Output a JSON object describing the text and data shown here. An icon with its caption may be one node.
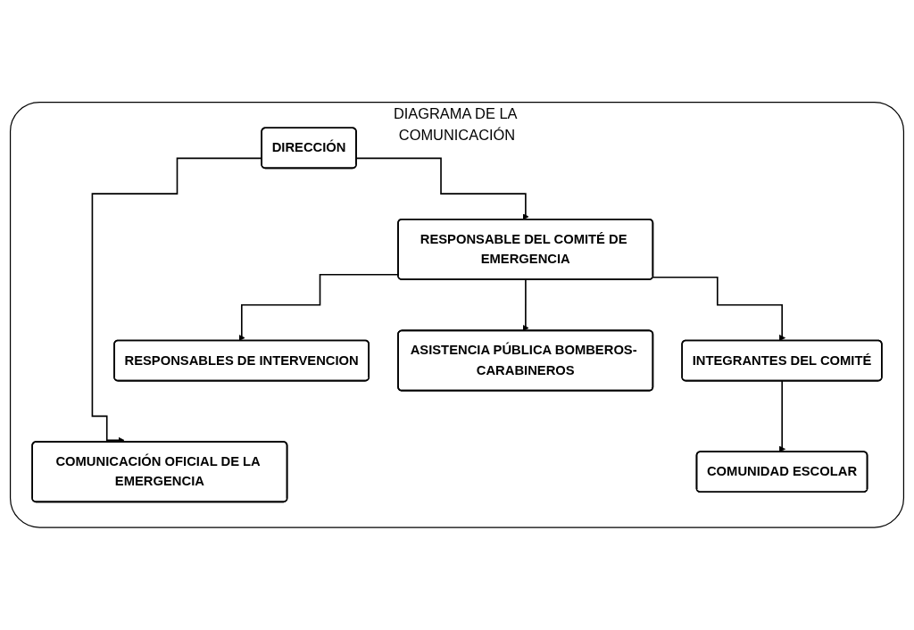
{
  "diagram": {
    "nodes": [
      {
        "text": [
          "DIAGRAMA DE LA COMUNICACIÓN"
        ]
      },
      {
        "text": [
          "DIRECCIÓN"
        ],
        "in": 0
      },
      {
        "text": [
          "RESPONSABLE DEL COMITÉ DE EMERGENCIA"
        ],
        "in": 0
      },
      {
        "text": [
          "RESPONSABLES DE INTERVENCION"
        ],
        "in": 0
      },
      {
        "text": [
          "ASISTENCIA PÚBLICA BOMBEROS- CARABINEROS"
        ],
        "in": 0
      },
      {
        "text": [
          "INTEGRANTES DEL COMITÉ"
        ],
        "in": 0
      },
      {
        "text": [
          "COMUNICACIÓN OFICIAL DE LA EMERGENCIA"
        ],
        "in": 0
      },
      {
        "text": [
          "COMUNIDAD ESCOLAR"
        ],
        "in": 0
      }
    ],
    "edges": [
      {
        "from": 1,
        "to": 2,
        "arrow": "to"
      },
      {
        "from": 1,
        "to": 6,
        "arrow": "to"
      },
      {
        "from": 2,
        "to": 3,
        "arrow": "to"
      },
      {
        "from": 2,
        "to": 5,
        "arrow": "to"
      },
      {
        "from": 2,
        "to": 4,
        "arrow": "to"
      },
      {
        "from": 5,
        "to": 7,
        "arrow": "to"
      }
    ]
  }
}
